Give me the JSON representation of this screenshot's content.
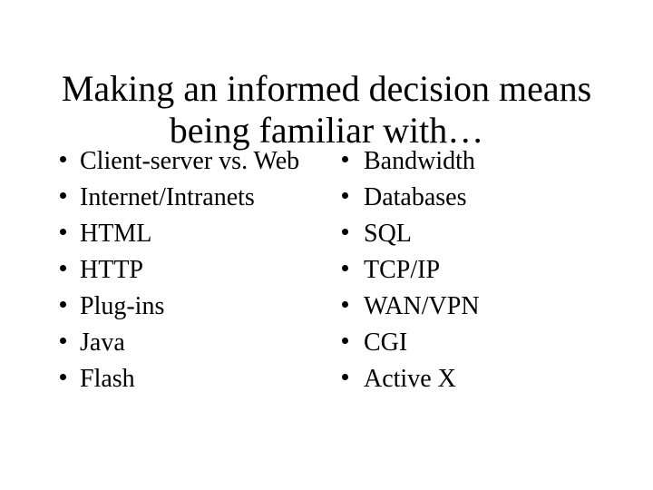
{
  "slide": {
    "title": {
      "line1": "Making an informed decision means",
      "line2": "being familiar with…"
    },
    "bullet_char": "•",
    "colors": {
      "background": "#ffffff",
      "text": "#000000"
    },
    "columns": {
      "left": {
        "items": [
          "Client-server vs. Web",
          "Internet/Intranets",
          "HTML",
          "HTTP",
          "Plug-ins",
          "Java",
          "Flash"
        ]
      },
      "right": {
        "items": [
          "Bandwidth",
          "Databases",
          "SQL",
          "TCP/IP",
          "WAN/VPN",
          "CGI",
          "Active X"
        ]
      }
    }
  }
}
